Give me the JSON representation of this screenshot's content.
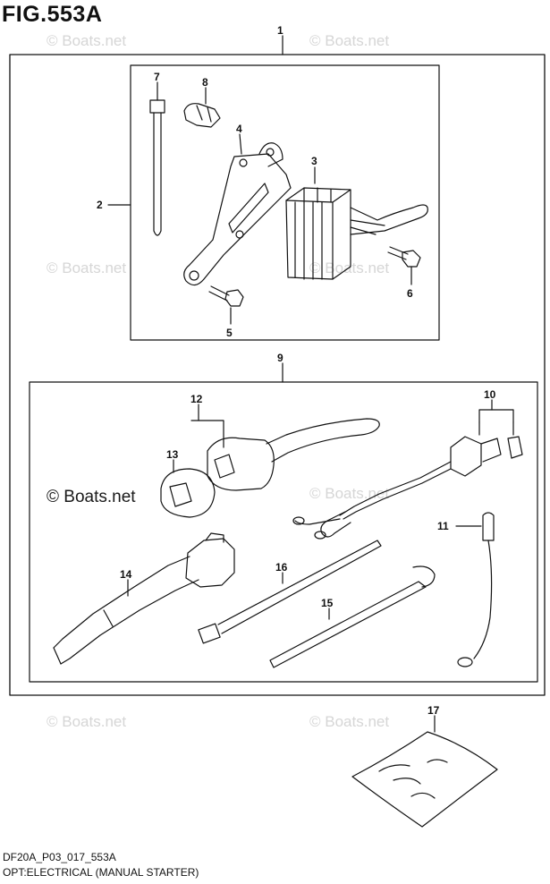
{
  "figure": {
    "title": "FIG.553A",
    "drawing_code": "DF20A_P03_017_553A",
    "caption": "OPT:ELECTRICAL (MANUAL STARTER)"
  },
  "watermark": {
    "text": "© Boats.net",
    "main_text": "© Boats.net",
    "color": "#d6d6d6"
  },
  "callouts": [
    "1",
    "2",
    "3",
    "4",
    "5",
    "6",
    "7",
    "8",
    "9",
    "10",
    "11",
    "12",
    "13",
    "14",
    "15",
    "16",
    "17"
  ],
  "parts": {
    "frame_1": "1",
    "kit_2": "2",
    "rectifier_3": "3",
    "bracket_4": "4",
    "bolt_5": "5",
    "bolt_6": "6",
    "cable_tie_7": "7",
    "clamp_8": "8",
    "harness_9": "9",
    "fuse_10": "10",
    "ground_lead_11": "11",
    "connector_12": "12",
    "cap_13": "13",
    "wire_14": "14",
    "clamp_band_15": "15",
    "cable_tie_16": "16",
    "bag_17": "17"
  }
}
